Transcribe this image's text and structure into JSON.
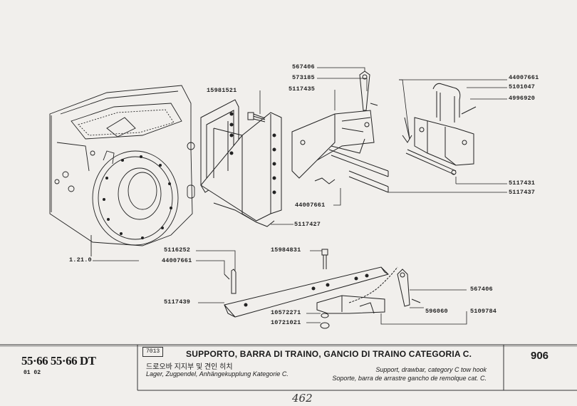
{
  "labels": {
    "l567406_top": "567406",
    "l573185": "573185",
    "l5117435": "5117435",
    "l15981521": "15981521",
    "l44007661_tr": "44007661",
    "l5101047": "5101047",
    "l4996920": "4996920",
    "l5117431": "5117431",
    "l5117437": "5117437",
    "l44007661_mid": "44007661",
    "l5117427": "5117427",
    "l1210": "1.21.0",
    "l5116252": "5116252",
    "l44007661_low": "44007661",
    "l15984831": "15984831",
    "l567406_low": "567406",
    "l5117439": "5117439",
    "l10572271": "10572271",
    "l10721021": "10721021",
    "l596060": "596060",
    "l5109784": "5109784"
  },
  "footer": {
    "model": "55·66  55·66 DT",
    "model_sub": "01 02",
    "code": "7013",
    "title_it": "SUPPORTO, BARRA DI TRAINO, GANCIO DI TRAINO CATEGORIA C.",
    "title_kr": "드로오바 지지부 및 견인 히치",
    "title_de": "Lager, Zugpendel, Anhängekupplung Kategorie C.",
    "title_en": "Support, drawbar, category C tow hook",
    "title_es": "Soporte, barra de arrastre gancho de remolque cat. C.",
    "page": "906",
    "handwritten": "462"
  }
}
